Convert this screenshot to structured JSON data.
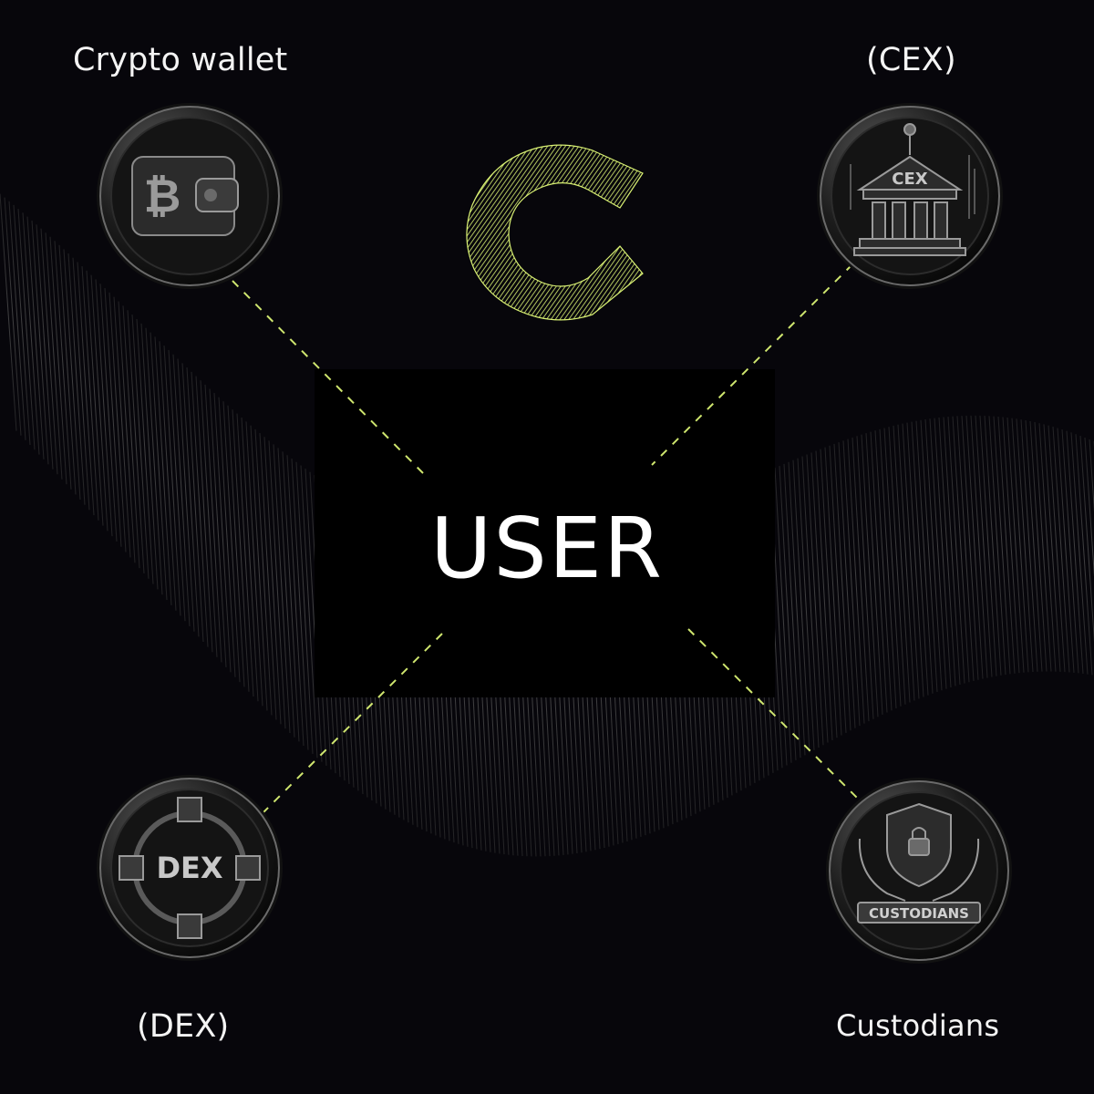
{
  "center": {
    "title": "USER"
  },
  "nodes": [
    {
      "id": "wallet",
      "label": "Crypto wallet",
      "icon": "bitcoin-wallet-icon"
    },
    {
      "id": "cex",
      "label": "(CEX)",
      "icon": "bank-building-icon",
      "badge": "CEX"
    },
    {
      "id": "dex",
      "label": "(DEX)",
      "icon": "network-cubes-icon",
      "badge": "DEX"
    },
    {
      "id": "custodians",
      "label": "Custodians",
      "icon": "shield-lock-hands-icon",
      "badge": "CUSTODIANS"
    }
  ],
  "colors": {
    "background": "#07060b",
    "accent": "#e6ff7a",
    "text": "#ffffff"
  }
}
